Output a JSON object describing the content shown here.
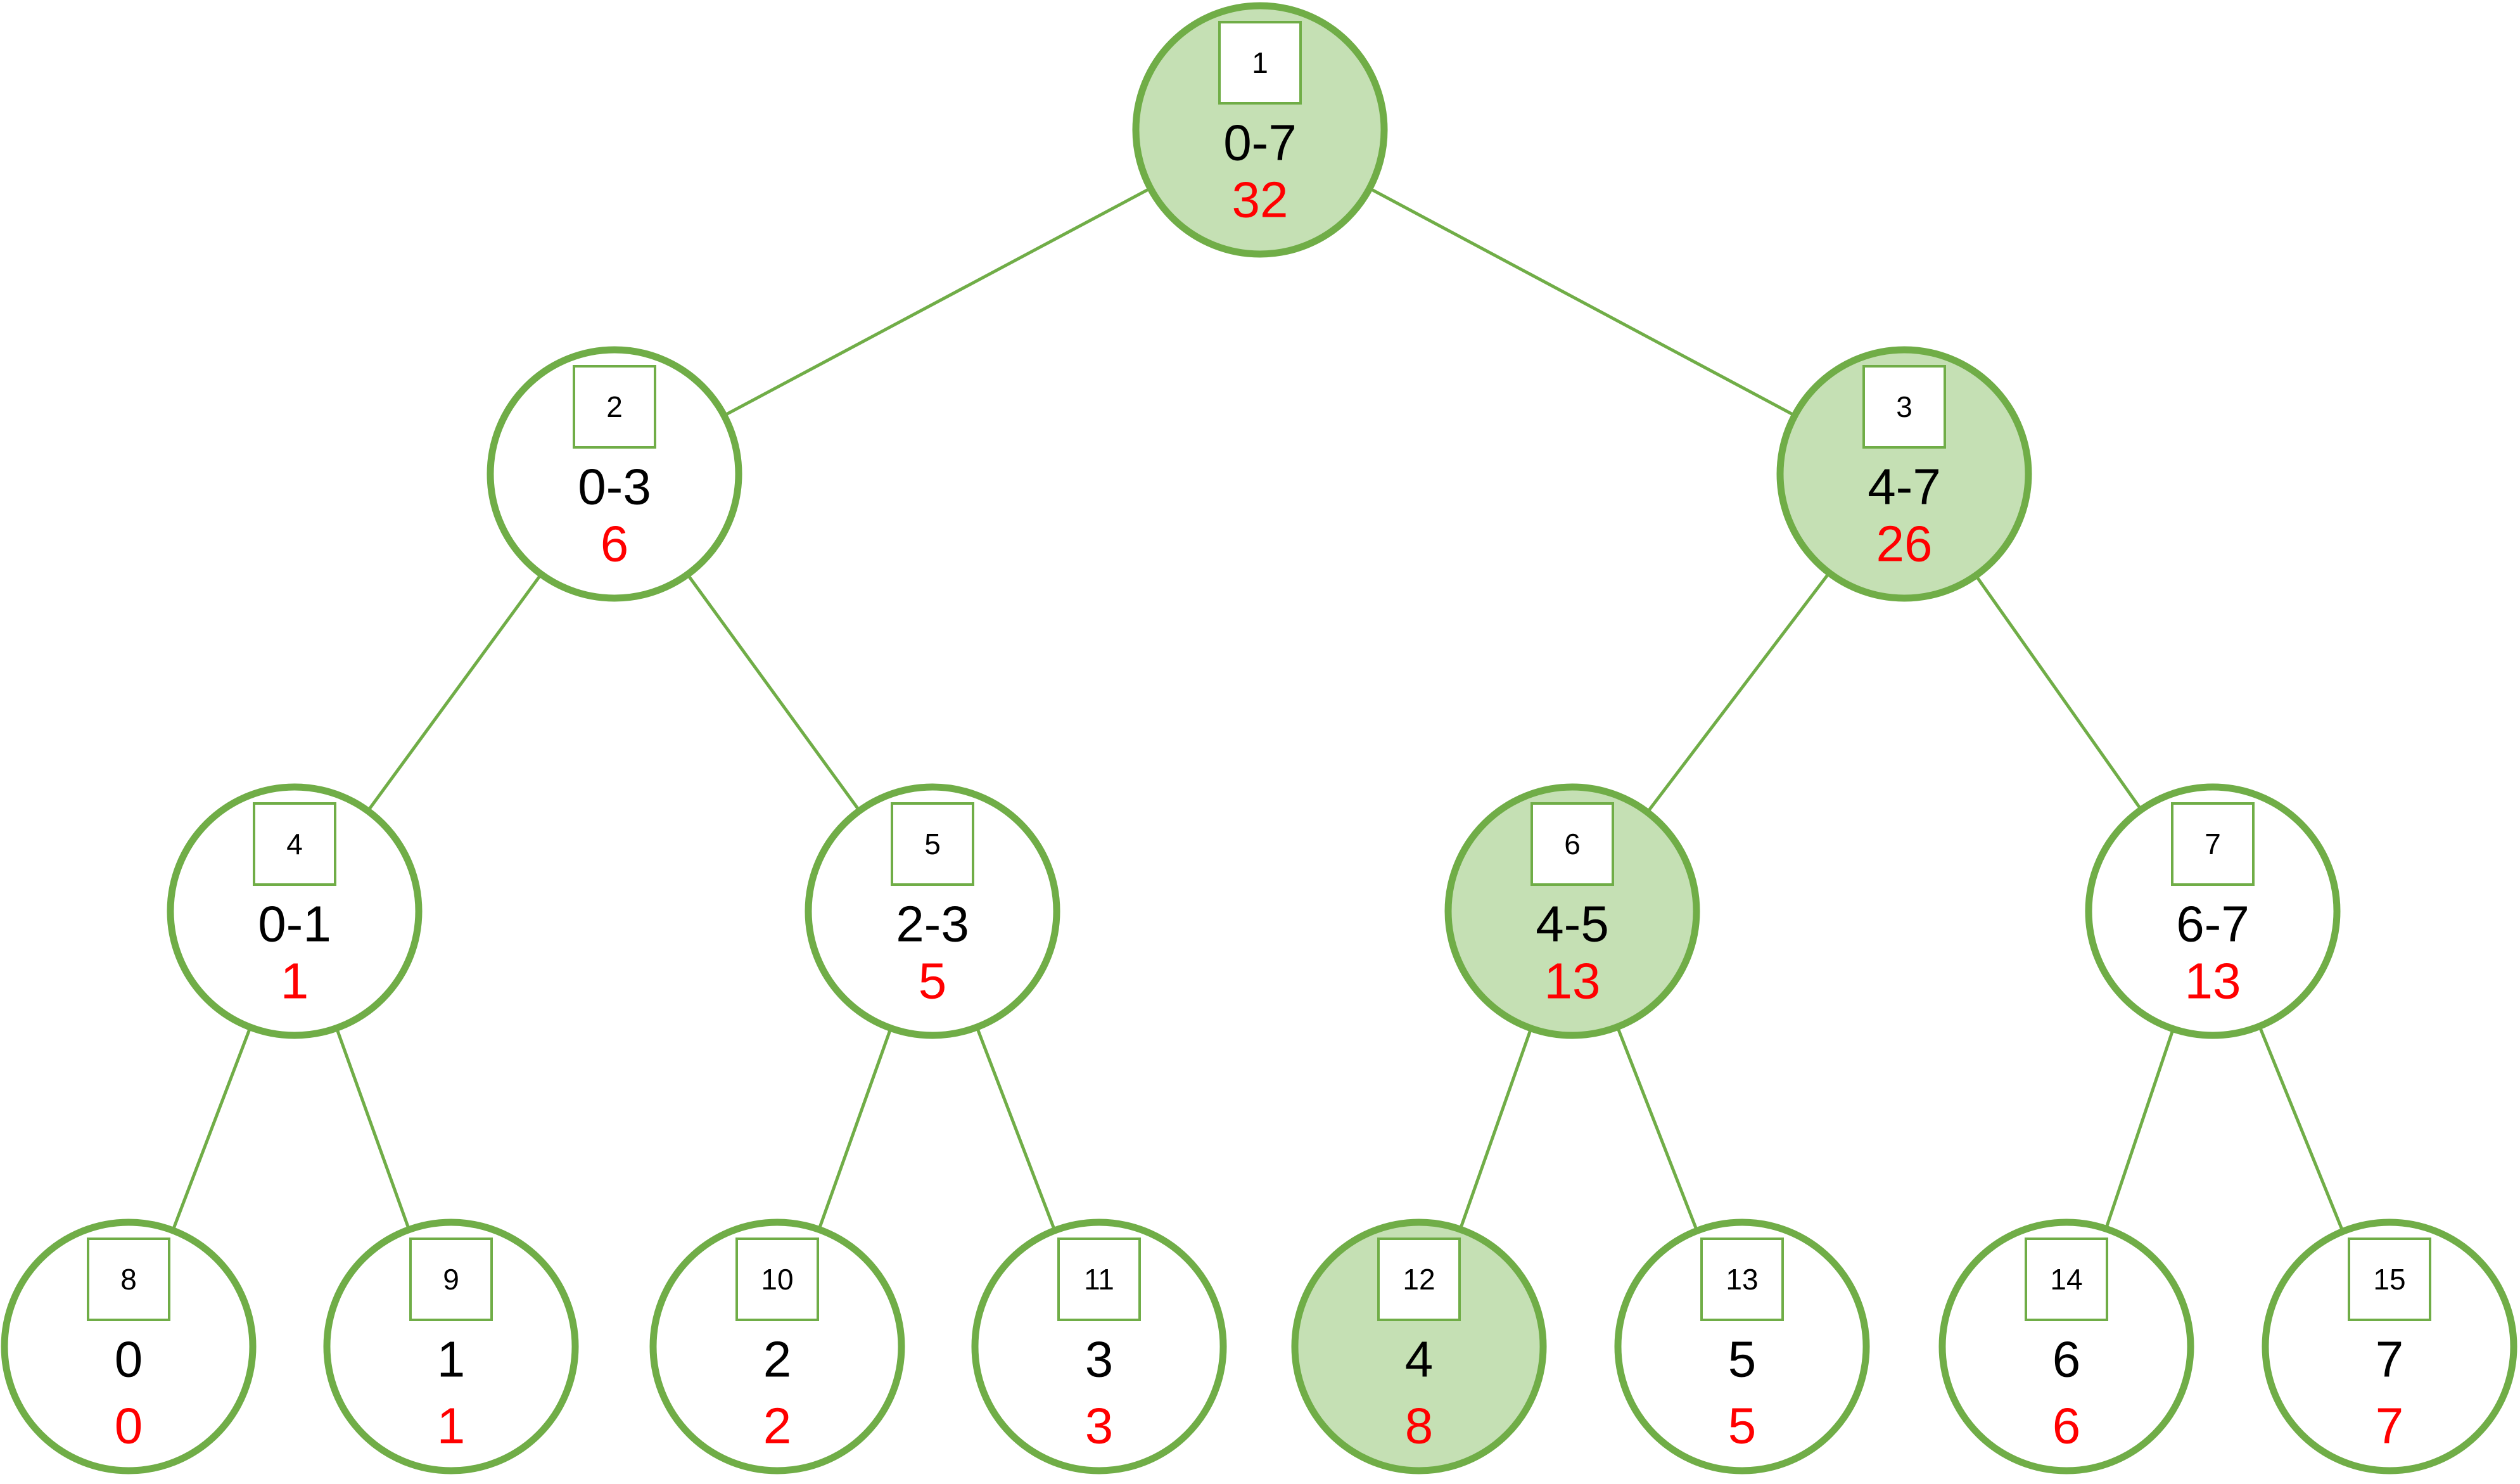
{
  "colors": {
    "stroke": "#70ad47",
    "highlight_fill": "#c5e0b4",
    "normal_fill": "#ffffff",
    "range_text": "#000000",
    "value_text": "#ff0000",
    "index_text": "#000000"
  },
  "nodes": [
    {
      "index": "1",
      "range": "0-7",
      "value": "32",
      "highlighted": true
    },
    {
      "index": "2",
      "range": "0-3",
      "value": "6",
      "highlighted": false
    },
    {
      "index": "3",
      "range": "4-7",
      "value": "26",
      "highlighted": true
    },
    {
      "index": "4",
      "range": "0-1",
      "value": "1",
      "highlighted": false
    },
    {
      "index": "5",
      "range": "2-3",
      "value": "5",
      "highlighted": false
    },
    {
      "index": "6",
      "range": "4-5",
      "value": "13",
      "highlighted": true
    },
    {
      "index": "7",
      "range": "6-7",
      "value": "13",
      "highlighted": false
    },
    {
      "index": "8",
      "range": "0",
      "value": "0",
      "highlighted": false
    },
    {
      "index": "9",
      "range": "1",
      "value": "1",
      "highlighted": false
    },
    {
      "index": "10",
      "range": "2",
      "value": "2",
      "highlighted": false
    },
    {
      "index": "11",
      "range": "3",
      "value": "3",
      "highlighted": false
    },
    {
      "index": "12",
      "range": "4",
      "value": "8",
      "highlighted": true
    },
    {
      "index": "13",
      "range": "5",
      "value": "5",
      "highlighted": false
    },
    {
      "index": "14",
      "range": "6",
      "value": "6",
      "highlighted": false
    },
    {
      "index": "15",
      "range": "7",
      "value": "7",
      "highlighted": false
    }
  ]
}
